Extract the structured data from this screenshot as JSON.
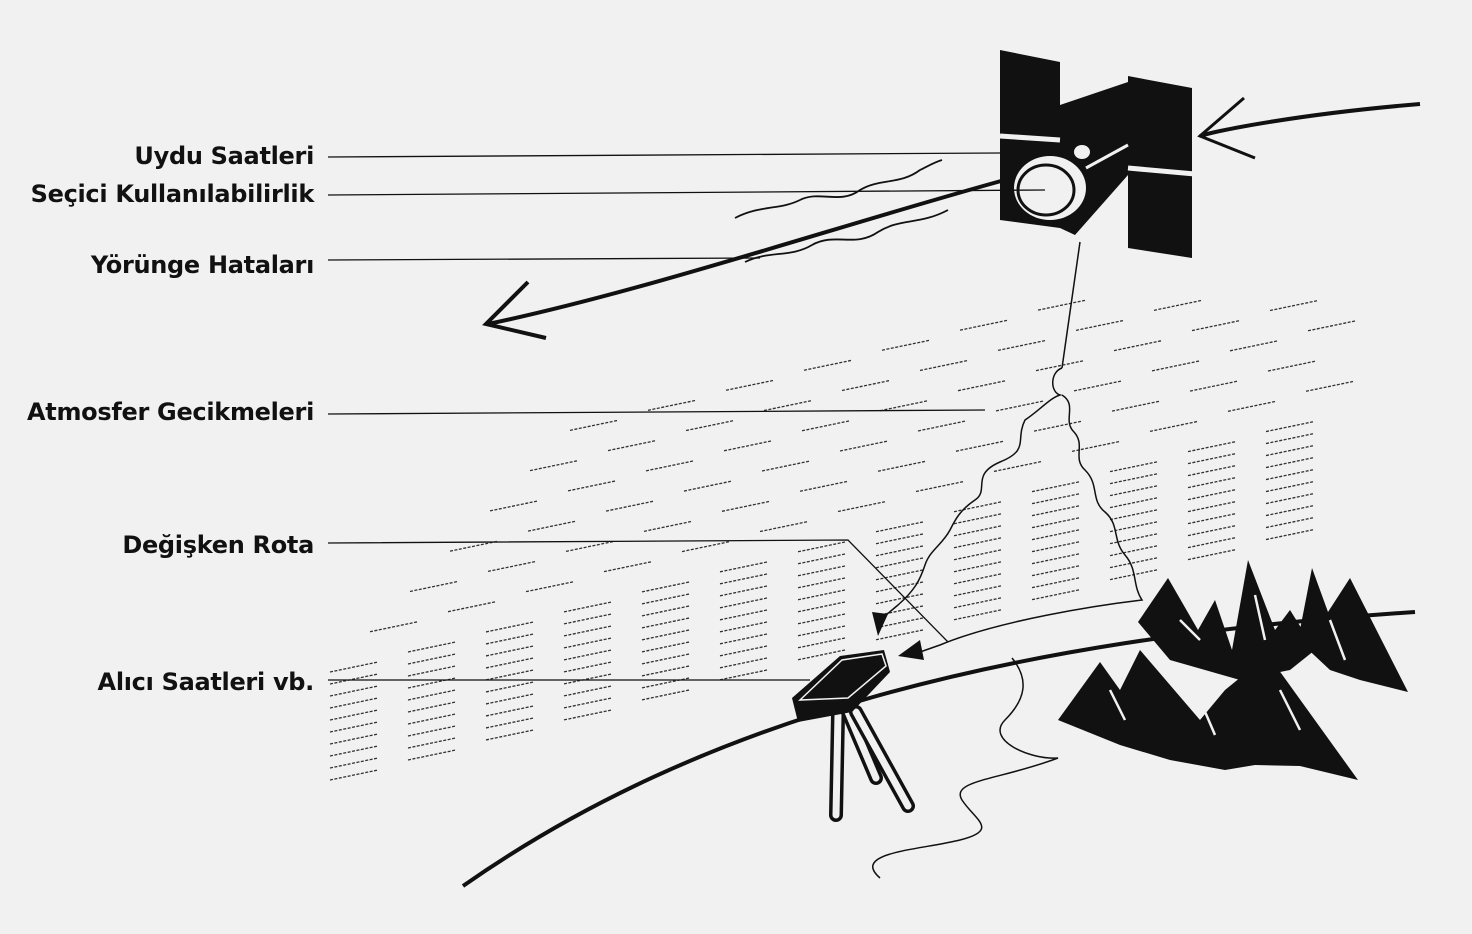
{
  "labels": [
    {
      "id": "satellite-clocks",
      "text": "Uydu Saatleri"
    },
    {
      "id": "selective-availability",
      "text": "Seçici Kullanılabilirlik"
    },
    {
      "id": "orbit-errors",
      "text": "Yörünge Hataları"
    },
    {
      "id": "atmospheric-delays",
      "text": "Atmosfer Gecikmeleri"
    },
    {
      "id": "multipath",
      "text": "Değişken Rota"
    },
    {
      "id": "receiver-clocks",
      "text": "Alıcı Saatleri vb."
    }
  ],
  "colors": {
    "background": "#f1f1f1",
    "ink": "#111111"
  },
  "icons": [
    "satellite-icon",
    "gps-receiver-icon",
    "mountains-icon",
    "earth-horizon",
    "atmosphere-layer"
  ]
}
